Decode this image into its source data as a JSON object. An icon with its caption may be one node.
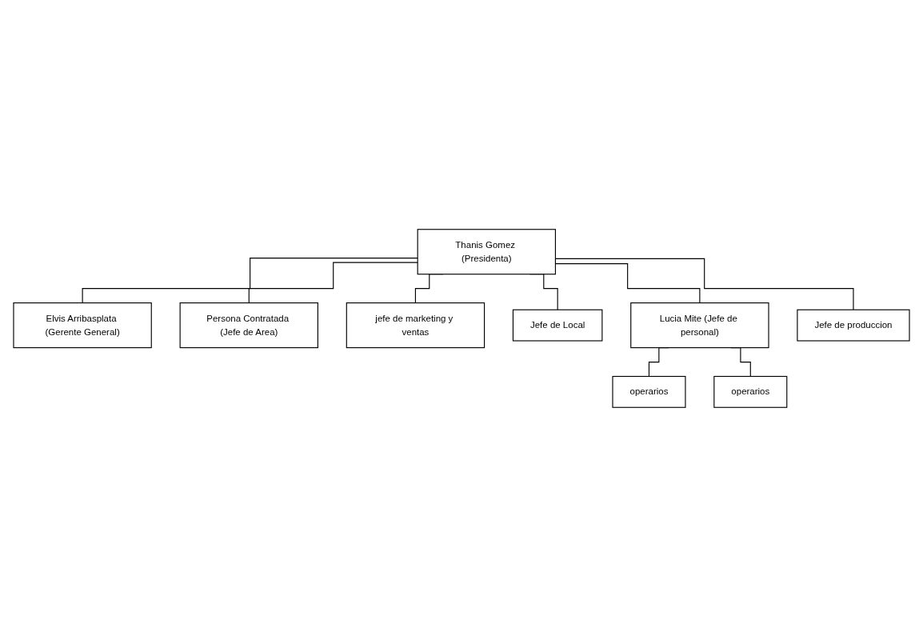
{
  "diagram": {
    "nodes": [
      {
        "text": [
          "Thanis Gomez (Presidenta)"
        ]
      },
      {
        "text": [
          "Elvis Arribasplata (Gerente General)"
        ]
      },
      {
        "text": [
          "Persona Contratada (Jefe de Area)"
        ]
      },
      {
        "text": [
          "jefe de marketing y ventas"
        ]
      },
      {
        "text": [
          "Jefe de Local"
        ]
      },
      {
        "text": [
          "Lucia Mite (Jefe de personal)"
        ]
      },
      {
        "text": [
          "Jefe de produccion"
        ]
      },
      {
        "text": [
          "operarios"
        ]
      },
      {
        "text": [
          "operarios"
        ]
      }
    ],
    "edges": [
      {
        "from": 0,
        "to": 1,
        "arrow": "none"
      },
      {
        "from": 0,
        "to": 2,
        "arrow": "none"
      },
      {
        "from": 0,
        "to": 3,
        "arrow": "none"
      },
      {
        "from": 0,
        "to": 4,
        "arrow": "none"
      },
      {
        "from": 0,
        "to": 5,
        "arrow": "none"
      },
      {
        "from": 0,
        "to": 6,
        "arrow": "none"
      },
      {
        "from": 5,
        "to": 7,
        "arrow": "none"
      },
      {
        "from": 5,
        "to": 8,
        "arrow": "none"
      }
    ]
  }
}
